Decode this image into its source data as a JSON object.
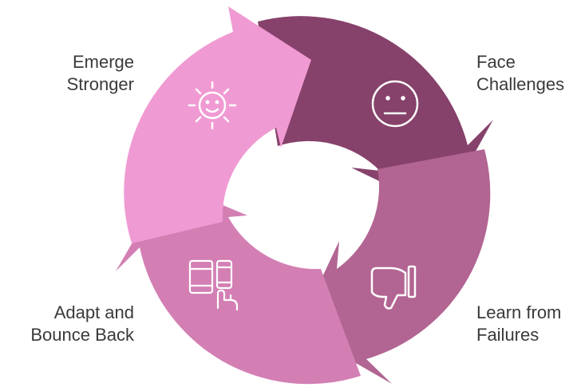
{
  "diagram": {
    "type": "cycle",
    "steps": [
      {
        "id": "face",
        "lines": [
          "Face",
          "Challenges"
        ],
        "icon": "neutral-face-icon",
        "color": "#86426b"
      },
      {
        "id": "learn",
        "lines": [
          "Learn from",
          "Failures"
        ],
        "icon": "thumbs-down-icon",
        "color": "#b26592"
      },
      {
        "id": "adapt",
        "lines": [
          "Adapt and",
          "Bounce Back"
        ],
        "icon": "devices-touch-icon",
        "color": "#d37fb4"
      },
      {
        "id": "emerge",
        "lines": [
          "Emerge",
          "Stronger"
        ],
        "icon": "sun-smile-icon",
        "color": "#f09ad3"
      }
    ]
  }
}
